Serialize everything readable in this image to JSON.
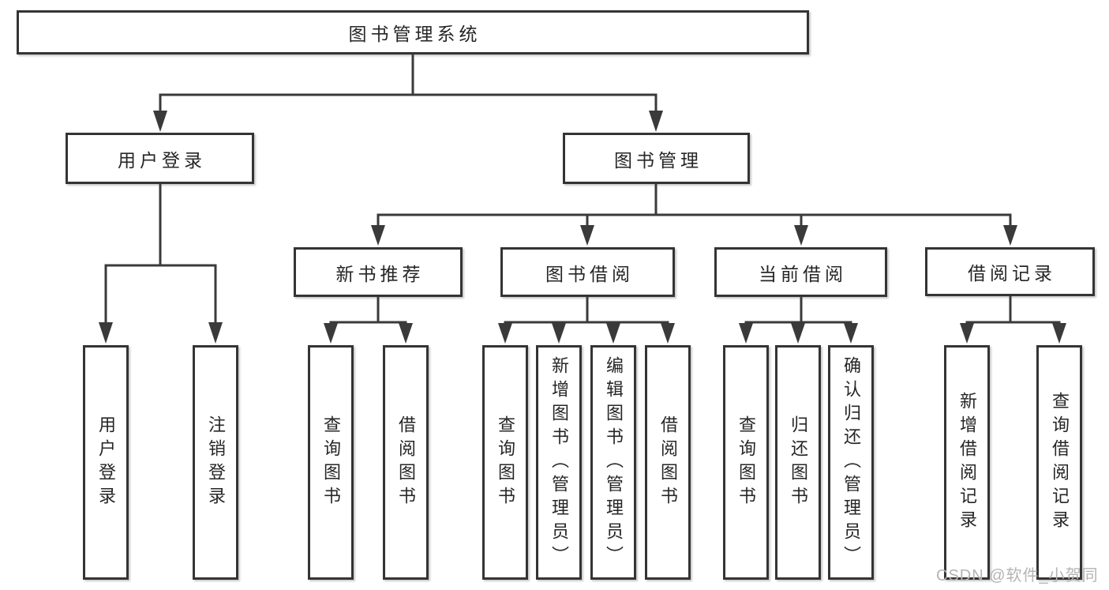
{
  "diagram": {
    "title": "图书管理系统",
    "tree": {
      "label": "图书管理系统",
      "children": [
        {
          "label": "用户登录",
          "children": [
            {
              "label": "用户登录"
            },
            {
              "label": "注销登录"
            }
          ]
        },
        {
          "label": "图书管理",
          "children": [
            {
              "label": "新书推荐",
              "children": [
                {
                  "label": "查询图书"
                },
                {
                  "label": "借阅图书"
                }
              ]
            },
            {
              "label": "图书借阅",
              "children": [
                {
                  "label": "查询图书"
                },
                {
                  "label": "新增图书（管理员）"
                },
                {
                  "label": "编辑图书（管理员）"
                },
                {
                  "label": "借阅图书"
                }
              ]
            },
            {
              "label": "当前借阅",
              "children": [
                {
                  "label": "查询图书"
                },
                {
                  "label": "归还图书"
                },
                {
                  "label": "确认归还（管理员）"
                }
              ]
            },
            {
              "label": "借阅记录",
              "children": [
                {
                  "label": "新增借阅记录"
                },
                {
                  "label": "查询借阅记录"
                }
              ]
            }
          ]
        }
      ]
    },
    "watermark": "CSDN @软件_小贺同学",
    "colors": {
      "line": "#3a3a3a",
      "box_border": "#343434",
      "box_fill": "#ffffff",
      "text": "#262626",
      "watermark": "#b4b4b4",
      "background": "#ffffff"
    }
  }
}
